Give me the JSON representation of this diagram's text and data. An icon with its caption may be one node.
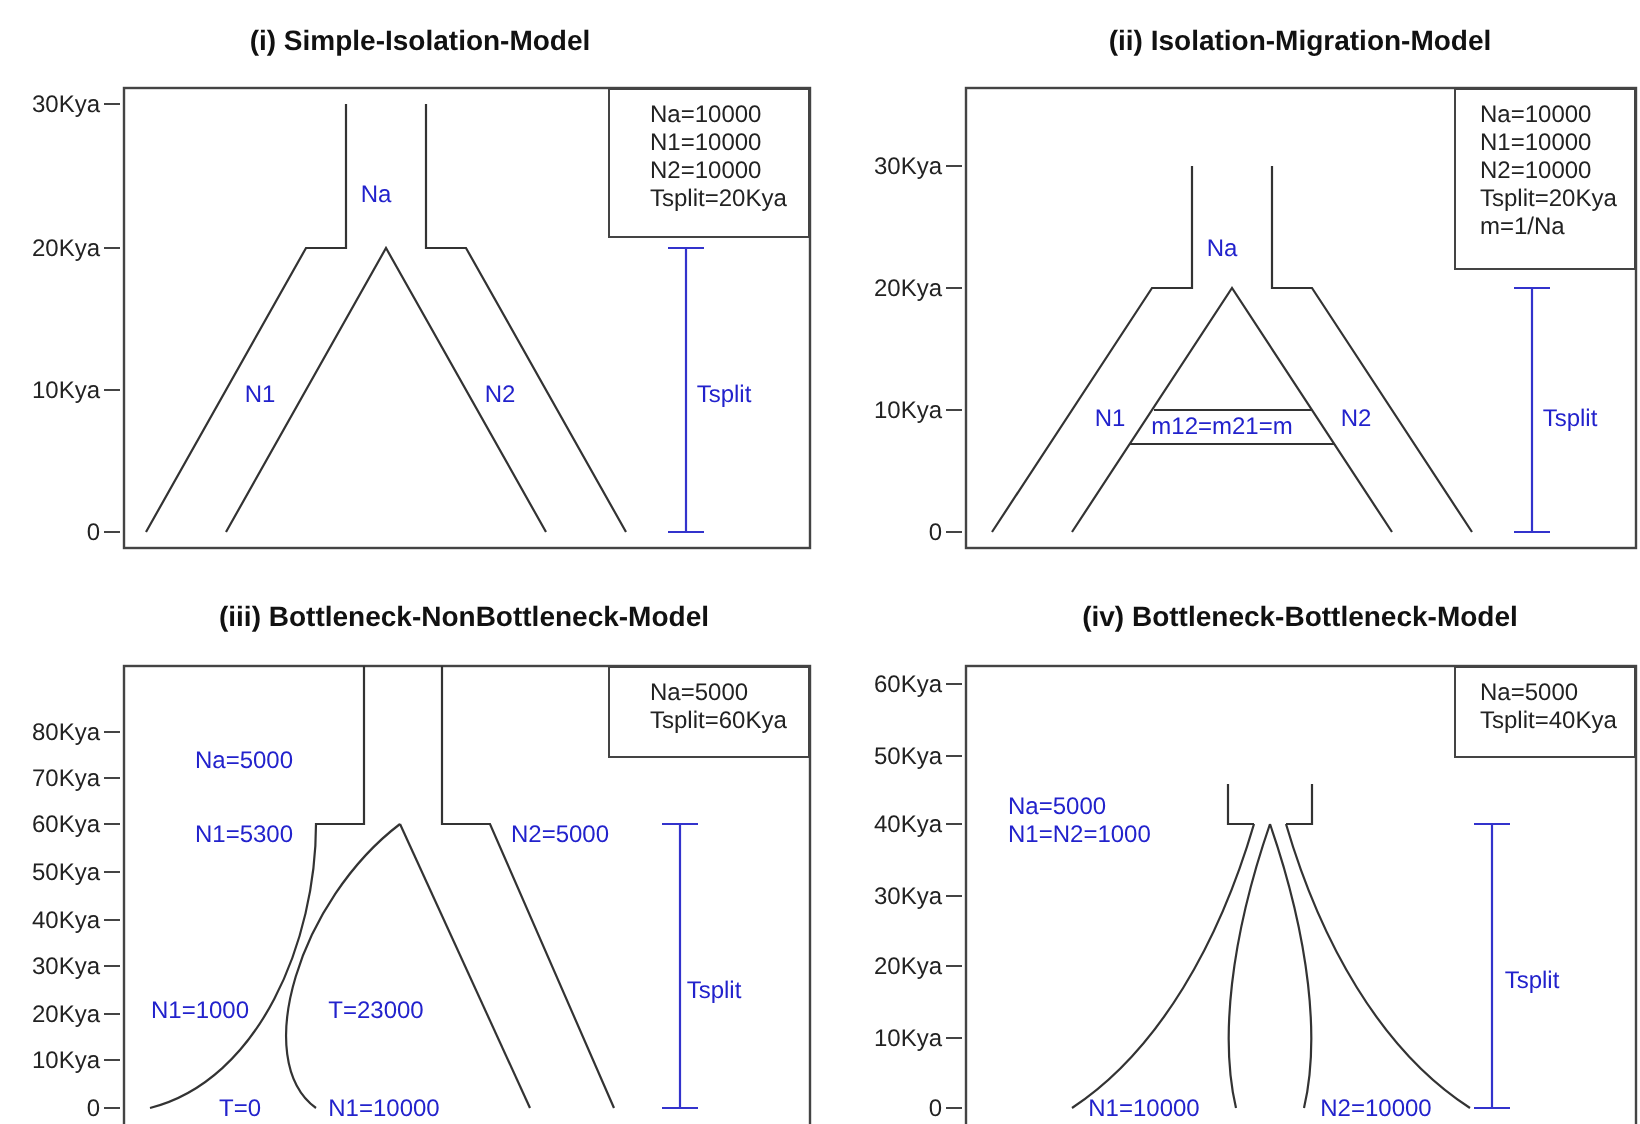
{
  "diagram": {
    "nodes": [
      {
        "text": [
          "Na=10000",
          "N1=10000",
          "N2=10000",
          "Tsplit=20Kya"
        ]
      },
      {
        "text": [
          "Na=10000",
          "N1=10000",
          "N2=10000",
          "Tsplit=20Kya",
          "m=1/Na"
        ]
      },
      {
        "text": [
          "Na=5000",
          "Tsplit=60Kya"
        ]
      },
      {
        "text": [
          "Na=5000",
          "Tsplit=40Kya"
        ]
      }
    ],
    "labels": [
      "(i) Simple-Isolation-Model",
      "30Kya",
      "20Kya",
      "10Kya",
      "0",
      "Na",
      "N1",
      "N2",
      "Tsplit",
      "(ii) Isolation-Migration-Model",
      "30Kya",
      "20Kya",
      "10Kya",
      "0",
      "Na",
      "N1",
      "m12=m21=m",
      "N2",
      "Tsplit",
      "(iii) Bottleneck-NonBottleneck-Model",
      "80Kya",
      "70Kya",
      "60Kya",
      "50Kya",
      "40Kya",
      "30Kya",
      "20Kya",
      "10Kya",
      "0",
      "Na=5000",
      "N1=5300",
      "N2=5000",
      "N1=1000",
      "T=23000",
      "Tsplit",
      "T=0",
      "N1=10000",
      "(iv) Bottleneck-Bottleneck-Model",
      "60Kya",
      "50Kya",
      "40Kya",
      "30Kya",
      "20Kya",
      "10Kya",
      "0",
      "Na=5000",
      "N1=N2=1000",
      "Tsplit",
      "N1=10000",
      "N2=10000"
    ]
  }
}
